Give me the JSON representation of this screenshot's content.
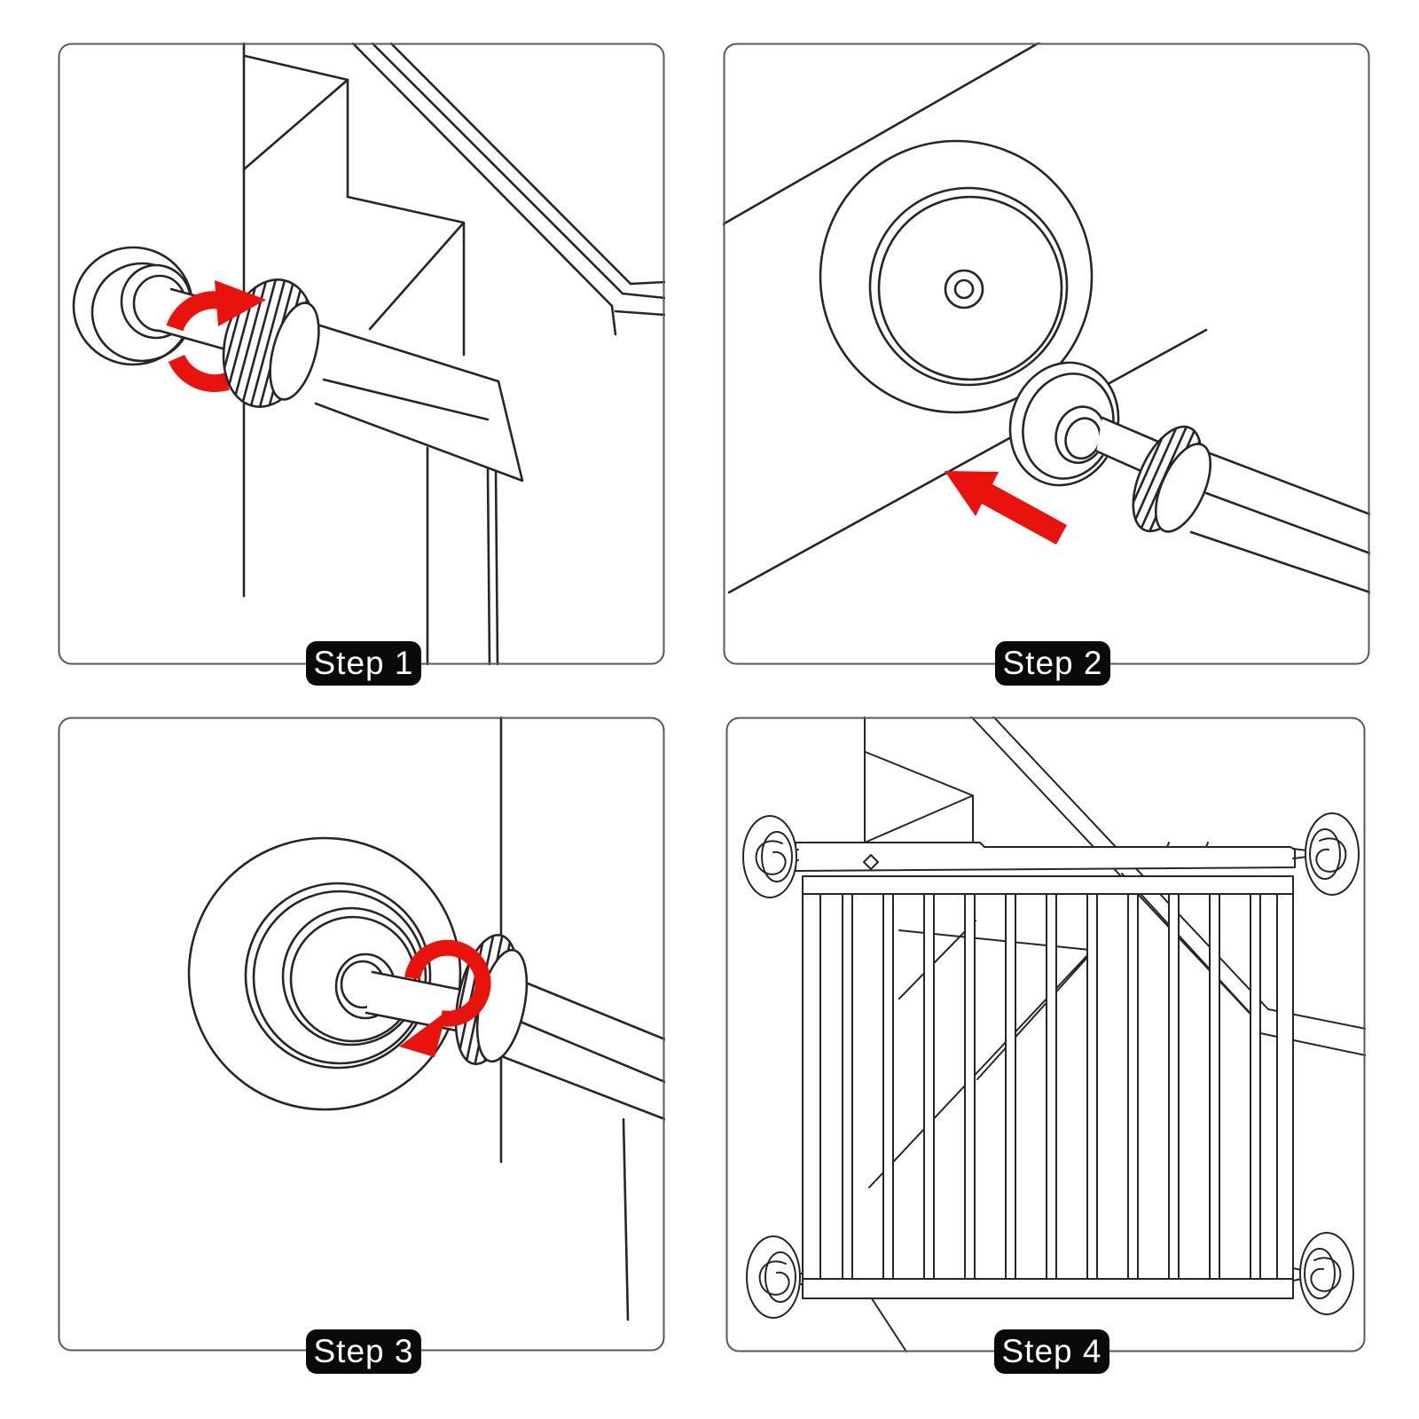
{
  "colors": {
    "background": "#ffffff",
    "line": "#2b2426",
    "accent_red": "#e8130c",
    "label_background": "#0a0a0a",
    "label_text": "#ffffff",
    "panel_border": "#57585a"
  },
  "steps": [
    {
      "id": 1,
      "label": "Step 1"
    },
    {
      "id": 2,
      "label": "Step 2"
    },
    {
      "id": 3,
      "label": "Step 3"
    },
    {
      "id": 4,
      "label": "Step 4"
    }
  ]
}
